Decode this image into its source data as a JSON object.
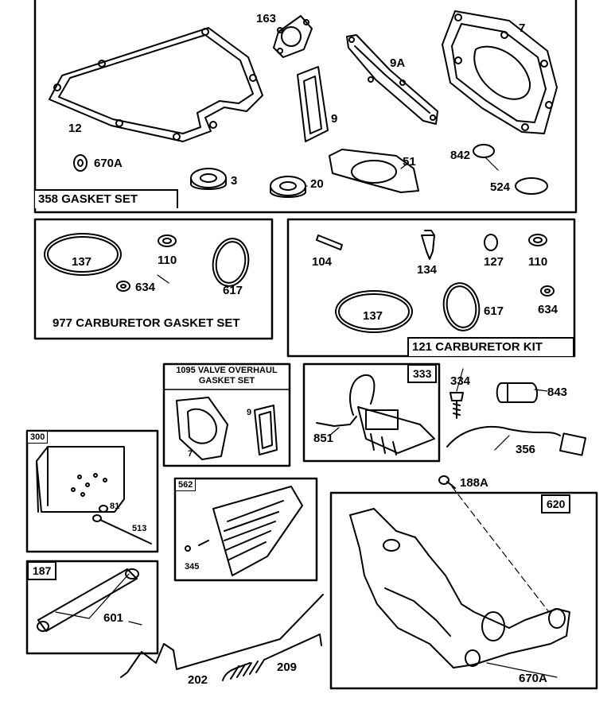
{
  "sets": {
    "gasket_set": "358 GASKET SET",
    "carb_gasket_set": "977 CARBURETOR GASKET SET",
    "carb_kit": "121 CARBURETOR KIT",
    "valve_overhaul": "1095 VALVE OVERHAUL GASKET SET"
  },
  "boxes": {
    "ignition": "333",
    "muffler": "300",
    "guard": "562",
    "tube": "187",
    "bracket": "620"
  },
  "parts": {
    "p163": "163",
    "p7": "7",
    "p9A": "9A",
    "p12": "12",
    "p9": "9",
    "p842": "842",
    "p51": "51",
    "p670A": "670A",
    "p3": "3",
    "p20": "20",
    "p524": "524",
    "c137": "137",
    "c110": "110",
    "c634": "634",
    "c617": "617",
    "k104": "104",
    "k134": "134",
    "k127": "127",
    "k110": "110",
    "k137": "137",
    "k617": "617",
    "k634": "634",
    "v7": "7",
    "v9": "9",
    "i851": "851",
    "i334": "334",
    "i843": "843",
    "i356": "356",
    "m81": "81",
    "m513": "513",
    "g345": "345",
    "t601": "601",
    "b188A": "188A",
    "b670A": "670A",
    "l202": "202",
    "l209": "209"
  }
}
